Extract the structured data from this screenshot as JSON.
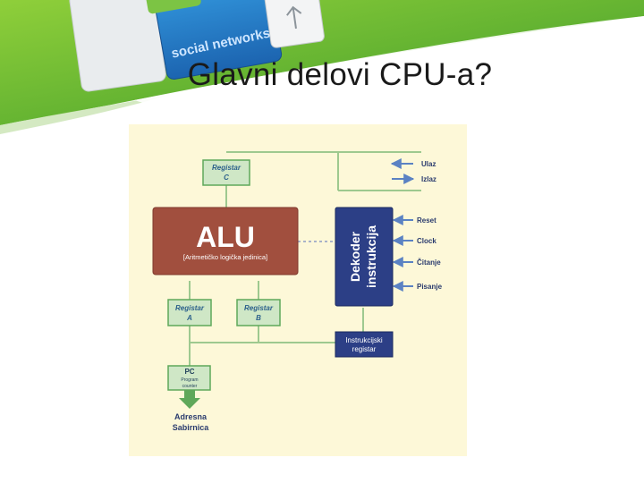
{
  "slide": {
    "title": "Glavni delovi CPU-a?",
    "header_image_text": "social networks"
  },
  "diagram": {
    "registar_c": [
      "Registar",
      "C"
    ],
    "alu": {
      "title": "ALU",
      "subtitle": "[Aritmetičko logička jedinica]"
    },
    "dekoder": [
      "Dekoder",
      "instrukcija"
    ],
    "registar_a": [
      "Registar",
      "A"
    ],
    "registar_b": [
      "Registar",
      "B"
    ],
    "instrukcijski": [
      "Instrukcijski",
      "registar"
    ],
    "pc": [
      "PC",
      "Program",
      "counter"
    ],
    "adresna": [
      "Adresna",
      "Sabirnica"
    ],
    "io": {
      "ulaz": "Ulaz",
      "izlaz": "Izlaz"
    },
    "control": {
      "reset": "Reset",
      "clock": "Clock",
      "citanje": "Čitanje",
      "pisanje": "Pisanje"
    }
  },
  "colors": {
    "diagram_bg": "#fdf8d8",
    "green_box": "#cfe7c6",
    "green_border": "#5fa85a",
    "alu_fill": "#a14f3e",
    "decoder_fill": "#2c3f86",
    "arrow_blue": "#5b82c3",
    "line_green": "#9ec98f"
  }
}
